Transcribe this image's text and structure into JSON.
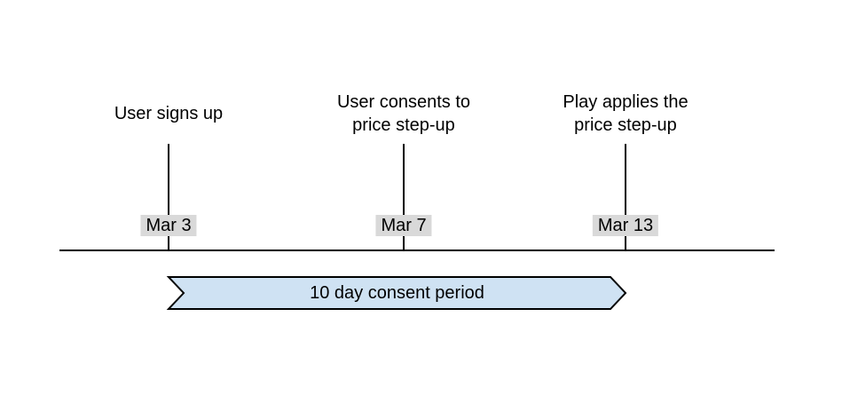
{
  "events": [
    {
      "title": "User signs up",
      "date": "Mar 3"
    },
    {
      "title": "User consents to\nprice step-up",
      "date": "Mar 7"
    },
    {
      "title": "Play applies the\nprice step-up",
      "date": "Mar 13"
    }
  ],
  "banner": {
    "label": "10 day consent period"
  },
  "colors": {
    "banner_fill": "#cfe2f3",
    "label_bg": "#d9d9d9",
    "line": "#000000",
    "text": "#000000",
    "background": "#ffffff"
  }
}
